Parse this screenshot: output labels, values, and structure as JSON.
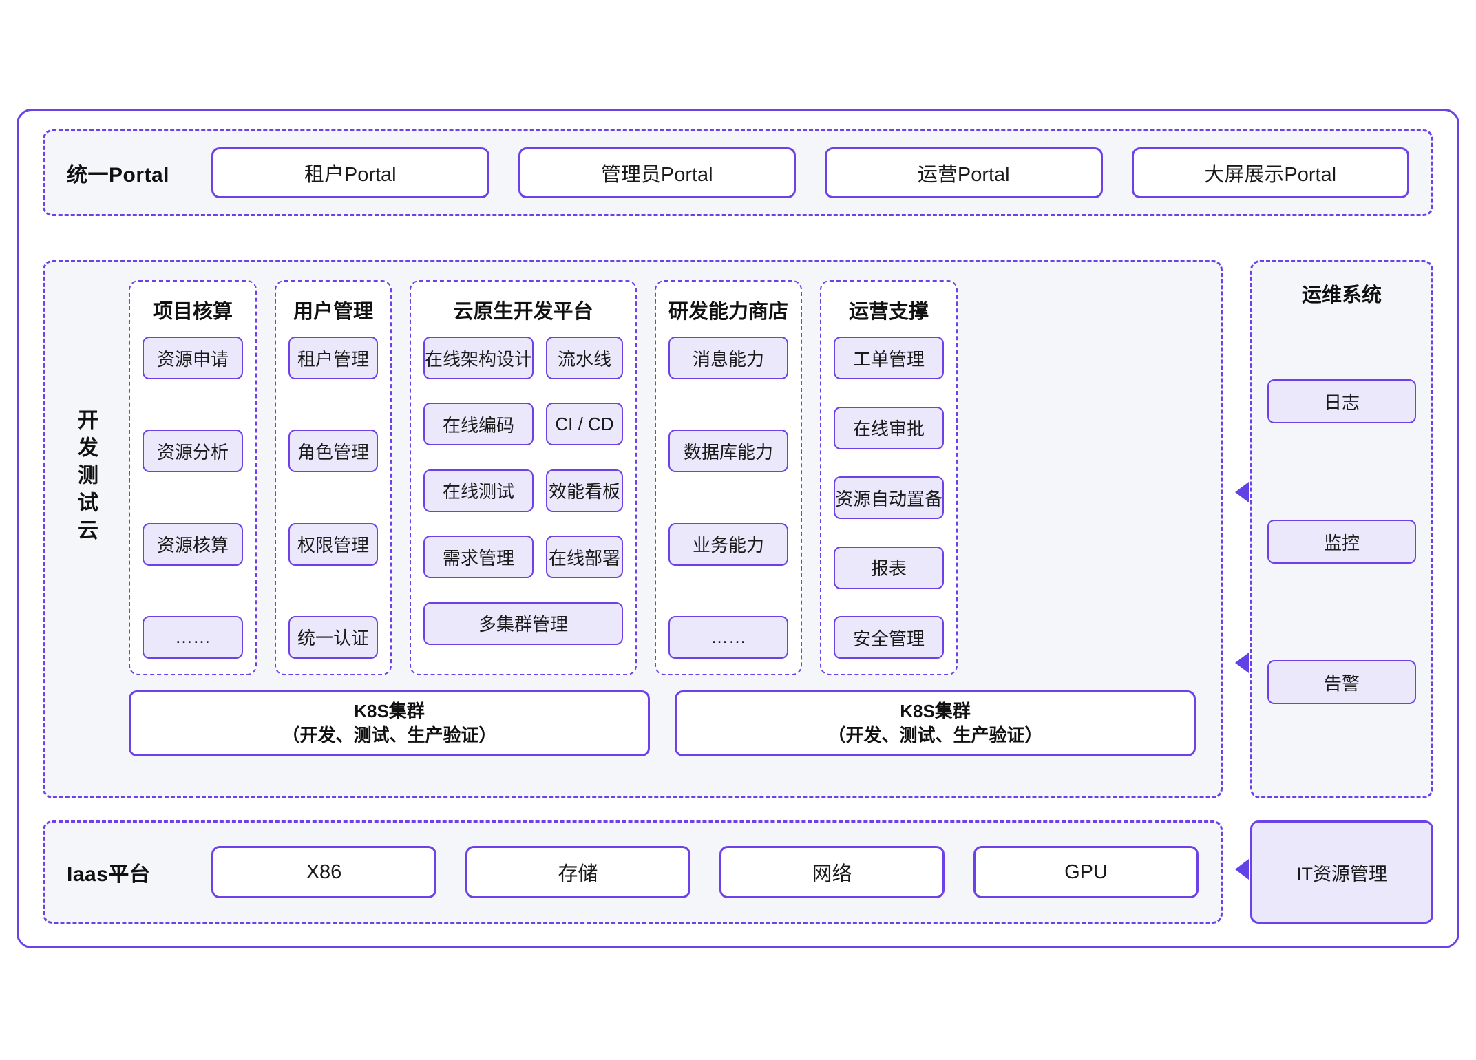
{
  "theme": {
    "accent": "#6c42e8",
    "chip_fill": "#ebe8fb",
    "section_fill": "#f5f6f9",
    "card_fill": "#ffffff",
    "text": "#1a1a1a"
  },
  "portal_row": {
    "label": "统一Portal",
    "cards": [
      {
        "label": "租户Portal"
      },
      {
        "label": "管理员Portal"
      },
      {
        "label": "运营Portal"
      },
      {
        "label": "大屏展示Portal"
      }
    ]
  },
  "devtest": {
    "vertical_label": "开发测试云",
    "columns": [
      {
        "title": "项目核算",
        "items": [
          {
            "label": "资源申请"
          },
          {
            "label": "资源分析"
          },
          {
            "label": "资源核算"
          },
          {
            "label": "……"
          }
        ]
      },
      {
        "title": "用户管理",
        "items": [
          {
            "label": "租户管理"
          },
          {
            "label": "角色管理"
          },
          {
            "label": "权限管理"
          },
          {
            "label": "统一认证"
          }
        ]
      },
      {
        "title": "云原生开发平台",
        "items": [
          {
            "label": "在线架构设计"
          },
          {
            "label": "流水线"
          },
          {
            "label": "在线编码"
          },
          {
            "label": "CI / CD"
          },
          {
            "label": "在线测试"
          },
          {
            "label": "效能看板"
          },
          {
            "label": "需求管理"
          },
          {
            "label": "在线部署"
          },
          {
            "label": "多集群管理"
          }
        ]
      },
      {
        "title": "研发能力商店",
        "items": [
          {
            "label": "消息能力"
          },
          {
            "label": "数据库能力"
          },
          {
            "label": "业务能力"
          },
          {
            "label": "……"
          }
        ]
      },
      {
        "title": "运营支撑",
        "items": [
          {
            "label": "工单管理"
          },
          {
            "label": "在线审批"
          },
          {
            "label": "资源自动置备"
          },
          {
            "label": "报表"
          },
          {
            "label": "安全管理"
          }
        ]
      }
    ],
    "k8s_clusters": [
      {
        "title": "K8S集群",
        "subtitle": "（开发、测试、生产验证）"
      },
      {
        "title": "K8S集群",
        "subtitle": "（开发、测试、生产验证）"
      }
    ]
  },
  "ops_panel": {
    "title": "运维系统",
    "items": [
      {
        "label": "日志"
      },
      {
        "label": "监控"
      },
      {
        "label": "告警"
      }
    ]
  },
  "iaas_row": {
    "label": "Iaas平台",
    "cards": [
      {
        "label": "X86"
      },
      {
        "label": "存储"
      },
      {
        "label": "网络"
      },
      {
        "label": "GPU"
      }
    ],
    "it_resource": {
      "label": "IT资源管理"
    }
  },
  "icons": {
    "arrow_left": "triangle-left-icon",
    "arrow_right": "triangle-right-icon"
  }
}
